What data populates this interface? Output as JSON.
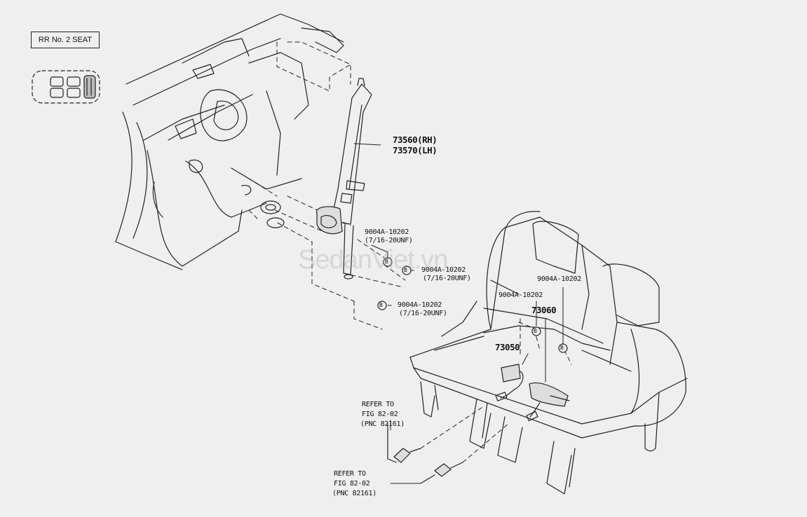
{
  "header": {
    "seat_label": "RR No. 2 SEAT"
  },
  "watermark": "SedanViet.vn",
  "parts": {
    "belt_rh": "73560(RH)",
    "belt_lh": "73570(LH)",
    "buckle_a": "73050",
    "buckle_b": "73060"
  },
  "bolts": [
    {
      "marker": "B",
      "code": "9004A-10202",
      "spec": "(7/16-20UNF)"
    },
    {
      "marker": "B",
      "code": "9004A-10202",
      "spec": "(7/16-20UNF)"
    },
    {
      "marker": "B",
      "code": "9004A-10202",
      "spec": "(7/16-20UNF)"
    },
    {
      "marker": "B",
      "code": "9004A-10202",
      "spec": ""
    },
    {
      "marker": "B",
      "code": "9004A-10202",
      "spec": ""
    }
  ],
  "refer": [
    {
      "line1": "REFER TO",
      "line2": "FIG 82-02",
      "line3": "(PNC 82161)"
    },
    {
      "line1": "REFER TO",
      "line2": "FIG 82-02",
      "line3": "(PNC 82161)"
    }
  ]
}
